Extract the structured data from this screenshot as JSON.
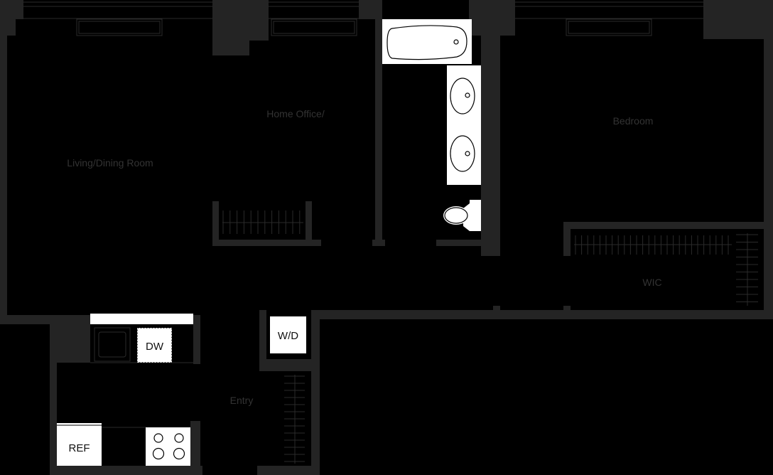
{
  "rooms": {
    "living": "Living/Dining Room",
    "office": "Home Office/",
    "bedroom": "Bedroom",
    "wic": "WIC",
    "entry": "Entry"
  },
  "appliances": {
    "dishwasher": "DW",
    "washer_dryer": "W/D",
    "refrigerator": "REF"
  },
  "colors": {
    "background": "#000000",
    "walls": "#242424",
    "fixtures": "#ffffff",
    "room_labels": "#333333"
  }
}
